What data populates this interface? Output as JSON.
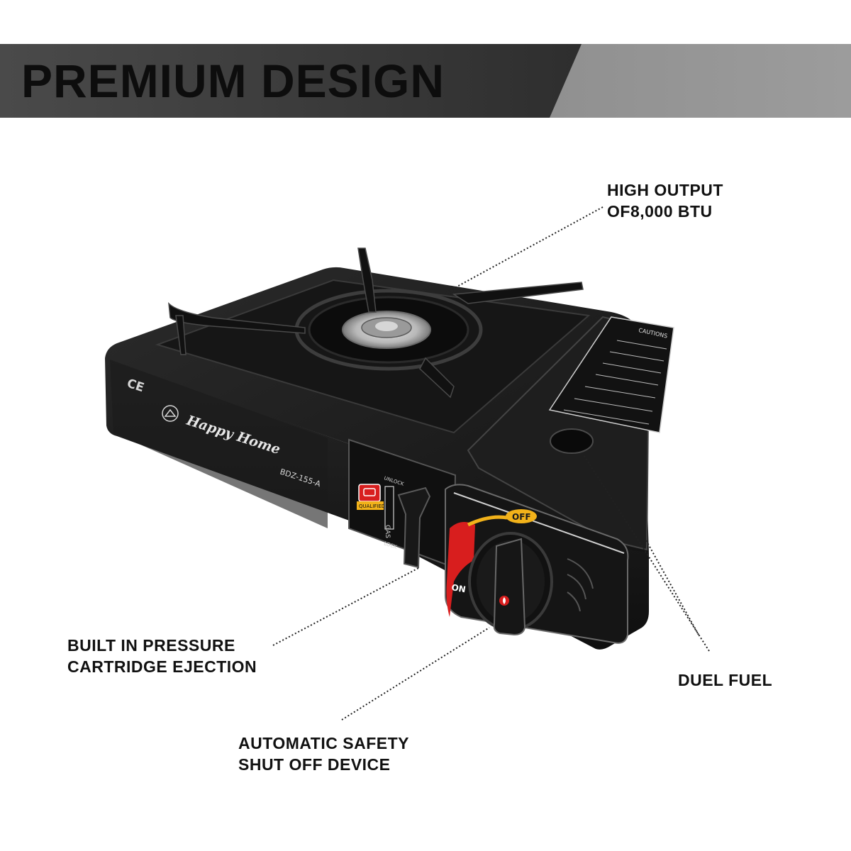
{
  "header": {
    "title": "PREMIUM DESIGN"
  },
  "callouts": {
    "high_output": {
      "line1": "HIGH OUTPUT",
      "line2": "OF8,000 BTU"
    },
    "ejection": {
      "line1": "BUILT IN PRESSURE",
      "line2": "CARTRIDGE EJECTION"
    },
    "safety": {
      "line1": "AUTOMATIC SAFETY",
      "line2": "SHUT OFF DEVICE"
    },
    "fuel": {
      "line1": "DUEL FUEL"
    }
  },
  "product": {
    "brand": "Happy Home",
    "model": "BDZ-155-A",
    "ce_mark": "CE",
    "cautions_title": "CAUTIONS",
    "qualified_badge": "QUALIFIED",
    "gas_label": "GAS",
    "unlock_label": "UNLOCK",
    "lock_label": "LOCK",
    "knob_off": "OFF",
    "knob_on": "ON"
  },
  "colors": {
    "banner_dark": "#3a3a3a",
    "banner_light": "#8c8c8c",
    "stove_body": "#1c1c1c",
    "knob_red": "#d81e1e",
    "off_yellow": "#f2b21a",
    "burner_silver": "#c9c9c9"
  },
  "icons": {
    "ce": "ce-mark-icon",
    "house": "house-logo-icon",
    "flame": "flame-icon"
  }
}
